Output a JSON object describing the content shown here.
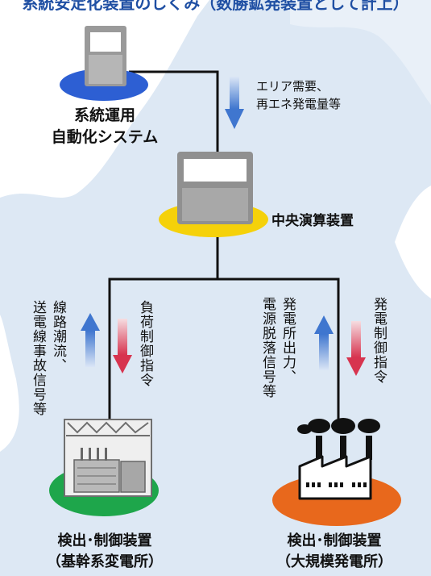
{
  "title": "系統安定化装置のしくみ（数勝鉱発装置として計上）",
  "nodes": {
    "automation": {
      "label_line1": "系統運用",
      "label_line2": "自動化システム"
    },
    "central": {
      "label": "中央演算装置"
    },
    "substation": {
      "label_line1": "検出･制御装置",
      "label_line2": "（基幹系変電所）"
    },
    "power_plant": {
      "label_line1": "検出･制御装置",
      "label_line2": "（大規模発電所）"
    }
  },
  "arrows": {
    "area_demand": {
      "line1": "エリア需要、",
      "line2": "再エネ発電量等"
    },
    "transmission": {
      "col1": "送電線事故信号等",
      "col2": "線路潮流、"
    },
    "load_control": {
      "text": "負荷制御指令"
    },
    "plant_output": {
      "col1": "電源脱落信号等",
      "col2": "発電所出力、"
    },
    "gen_control": {
      "text": "発電制御指令"
    }
  },
  "colors": {
    "blue_ellipse": "#2d5fd3",
    "yellow_ellipse": "#f5d10a",
    "green_ellipse": "#1ea64b",
    "orange_ellipse": "#e8681c",
    "map": "#dfe9f4",
    "arrow_blue": "#4a7fd0",
    "arrow_red": "#d63c55",
    "title": "#1f4fa3"
  }
}
